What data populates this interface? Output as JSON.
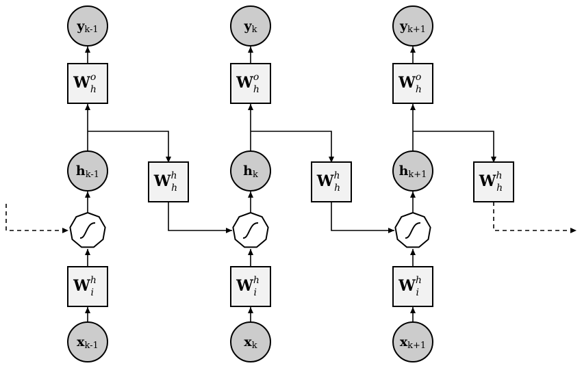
{
  "weights": {
    "output": {
      "base": "W",
      "sup": "o",
      "sub": "h"
    },
    "hidden": {
      "base": "W",
      "sup": "h",
      "sub": "h"
    },
    "input": {
      "base": "W",
      "sup": "h",
      "sub": "i"
    }
  },
  "steps": [
    {
      "y": {
        "base": "y",
        "sub": "k-1"
      },
      "h": {
        "base": "h",
        "sub": "k-1"
      },
      "x": {
        "base": "x",
        "sub": "k-1"
      }
    },
    {
      "y": {
        "base": "y",
        "sub": "k"
      },
      "h": {
        "base": "h",
        "sub": "k"
      },
      "x": {
        "base": "x",
        "sub": "k"
      }
    },
    {
      "y": {
        "base": "y",
        "sub": "k+1"
      },
      "h": {
        "base": "h",
        "sub": "k+1"
      },
      "x": {
        "base": "x",
        "sub": "k+1"
      }
    }
  ]
}
